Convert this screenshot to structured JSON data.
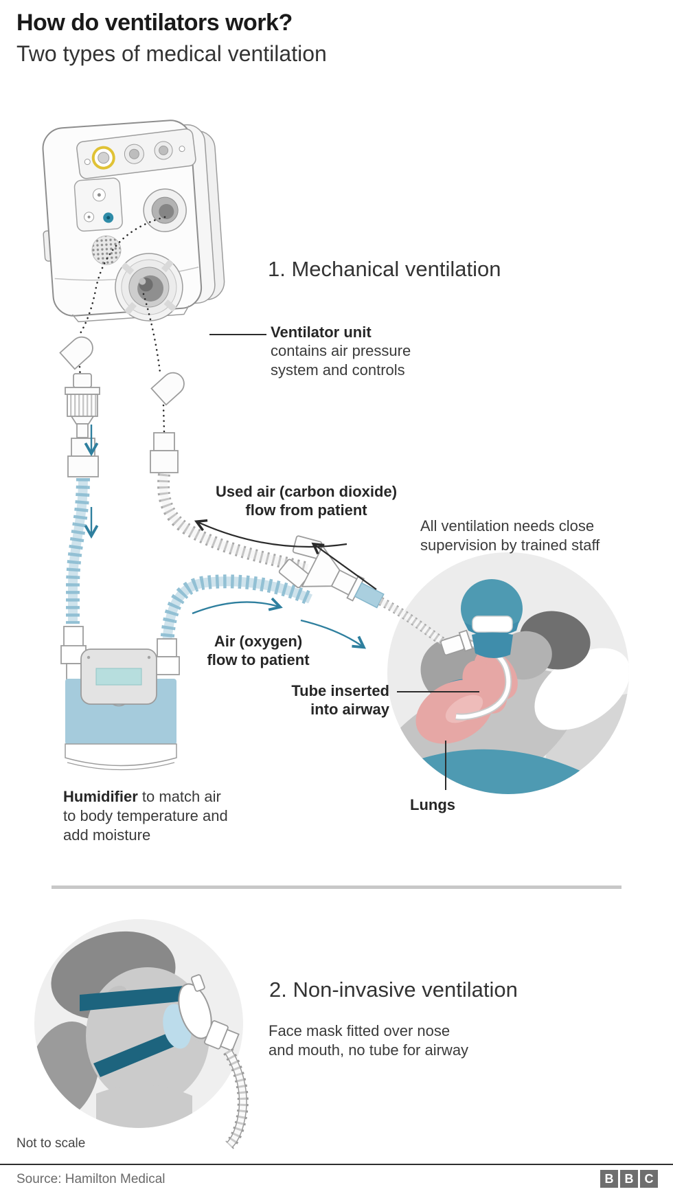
{
  "header": {
    "title": "How do ventilators work?",
    "subtitle": "Two types of medical ventilation"
  },
  "mechanical": {
    "heading": "1. Mechanical ventilation",
    "ventilator_unit": {
      "title": "Ventilator unit",
      "line1": "contains air pressure",
      "line2": "system and controls"
    },
    "used_air": {
      "line1": "Used air (carbon dioxide)",
      "line2": "flow from patient"
    },
    "supervision": {
      "line1": "All ventilation needs close",
      "line2": "supervision by trained staff"
    },
    "air_oxygen": {
      "line1": "Air (oxygen)",
      "line2": "flow to patient"
    },
    "tube_inserted": {
      "line1": "Tube inserted",
      "line2": "into airway"
    },
    "lungs_label": "Lungs",
    "humidifier": {
      "bold": "Humidifier",
      "line1_rest": " to match air",
      "line2": "to body temperature and",
      "line3": "add moisture"
    }
  },
  "noninvasive": {
    "heading": "2. Non-invasive ventilation",
    "description": {
      "line1": "Face mask fitted over nose",
      "line2": "and mouth, no tube for airway"
    }
  },
  "footer": {
    "scale_note": "Not to scale",
    "source": "Source: Hamilton Medical",
    "logo_letters": [
      "B",
      "B",
      "C"
    ]
  },
  "colors": {
    "accent_teal": "#3f8dab",
    "scrub_teal": "#4e9ab2",
    "strap_dark_teal": "#1d647e",
    "tube_blue": "#9cc5d8",
    "lungs_pink": "#e6a7a5",
    "highlight_yellow": "#e0c235",
    "circle_gray": "#ececec",
    "divider_gray": "#c8c8c8",
    "bbc_gray": "#6e6e6e"
  }
}
